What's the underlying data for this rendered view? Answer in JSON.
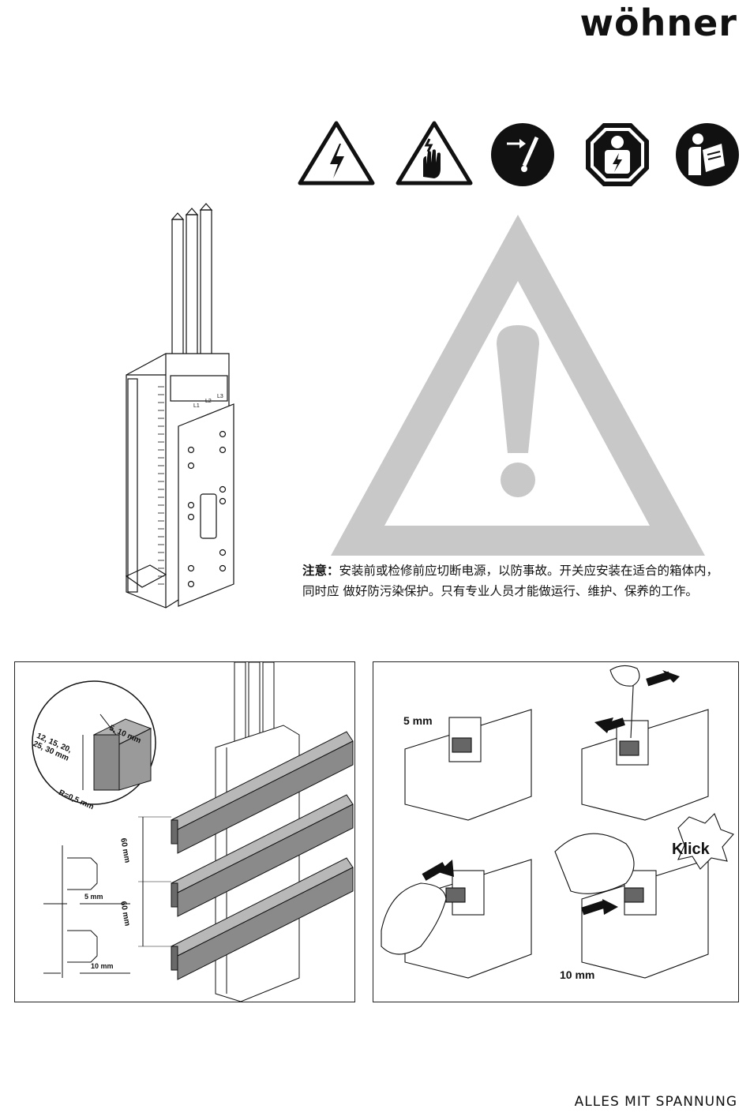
{
  "brand": "wöhner",
  "icons": [
    "electric-hazard-icon",
    "electric-shock-hazard-icon",
    "disconnect-before-work-icon",
    "qualified-electrician-icon",
    "read-manual-icon"
  ],
  "notice": {
    "label": "注意：",
    "line1": "安装前或检修前应切断电源，以防事故。开关应安装在适合的箱体内，",
    "line2": "同时应  做好防污染保护。只有专业人员才能做运行、维护、保养的工作。"
  },
  "illustration_main": {
    "phase_labels": [
      "L1",
      "L2",
      "L3"
    ]
  },
  "panel_left": {
    "busbar_thickness": "5, 10 mm",
    "busbar_widths": "12, 15, 20,\n25, 30 mm",
    "radius": "R=0,5 mm",
    "spacing_top": "60 mm",
    "spacing_bottom": "60 mm",
    "gap_small": "5 mm",
    "gap_large": "10 mm"
  },
  "panel_right": {
    "size_5": "5 mm",
    "size_10": "10 mm",
    "klick": "Klick"
  },
  "footer": "ALLES MIT SPANNUNG",
  "colors": {
    "warning_triangle": "#c8c8c8",
    "ink": "#111111",
    "busbar": "#8a8a8a"
  }
}
